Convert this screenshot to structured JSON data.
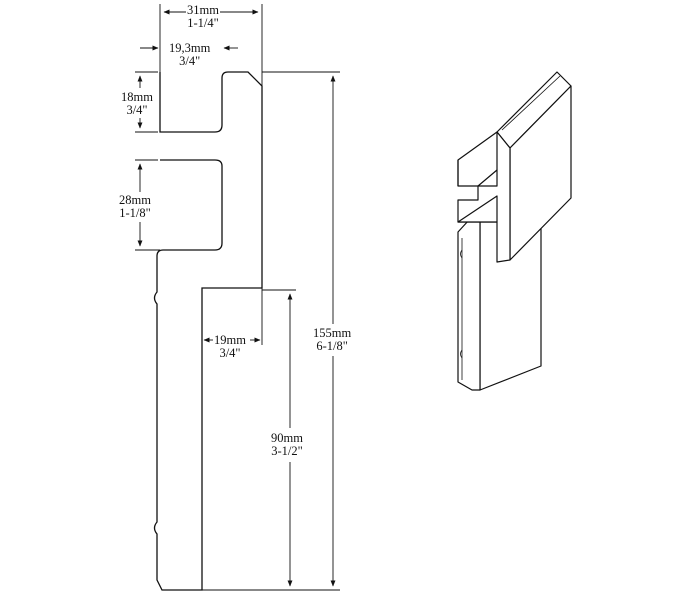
{
  "dimensions": {
    "overall_width": {
      "metric": "31mm",
      "imperial": "1-1/4\""
    },
    "inner_width": {
      "metric": "19,3mm",
      "imperial": "3/4\""
    },
    "top_groove": {
      "metric": "18mm",
      "imperial": "3/4\""
    },
    "middle_groove": {
      "metric": "28mm",
      "imperial": "1-1/8\""
    },
    "base_thickness": {
      "metric": "19mm",
      "imperial": "3/4\""
    },
    "total_height": {
      "metric": "155mm",
      "imperial": "6-1/8\""
    },
    "base_height": {
      "metric": "90mm",
      "imperial": "3-1/2\""
    }
  },
  "colors": {
    "line": "#111111",
    "background": "#ffffff"
  }
}
